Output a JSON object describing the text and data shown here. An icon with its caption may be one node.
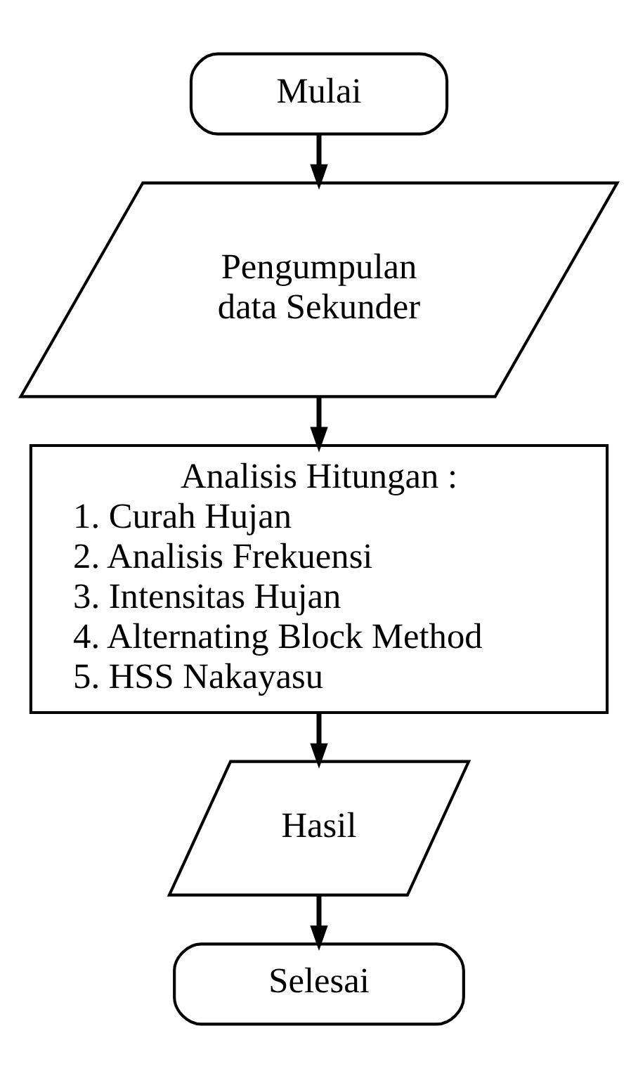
{
  "diagram": {
    "nodes": [
      {
        "text": [
          "Mulai"
        ]
      },
      {
        "text": [
          "Pengumpulan data Sekunder"
        ]
      },
      {
        "text": [
          "Analisis Hitungan :",
          "1. Curah Hujan",
          "2. Analisis Frekuensi",
          "3. Intensitas Hujan",
          "4. Alternating Block Method",
          "5. HSS Nakayasu"
        ]
      },
      {
        "text": [
          "Hasil"
        ]
      },
      {
        "text": [
          "Selesai"
        ]
      }
    ],
    "edges": [
      {
        "from": 0,
        "to": 1,
        "arrow": "to"
      },
      {
        "from": 1,
        "to": 2,
        "arrow": "to"
      },
      {
        "from": 2,
        "to": 3,
        "arrow": "to"
      },
      {
        "from": 3,
        "to": 4,
        "arrow": "to"
      }
    ]
  }
}
